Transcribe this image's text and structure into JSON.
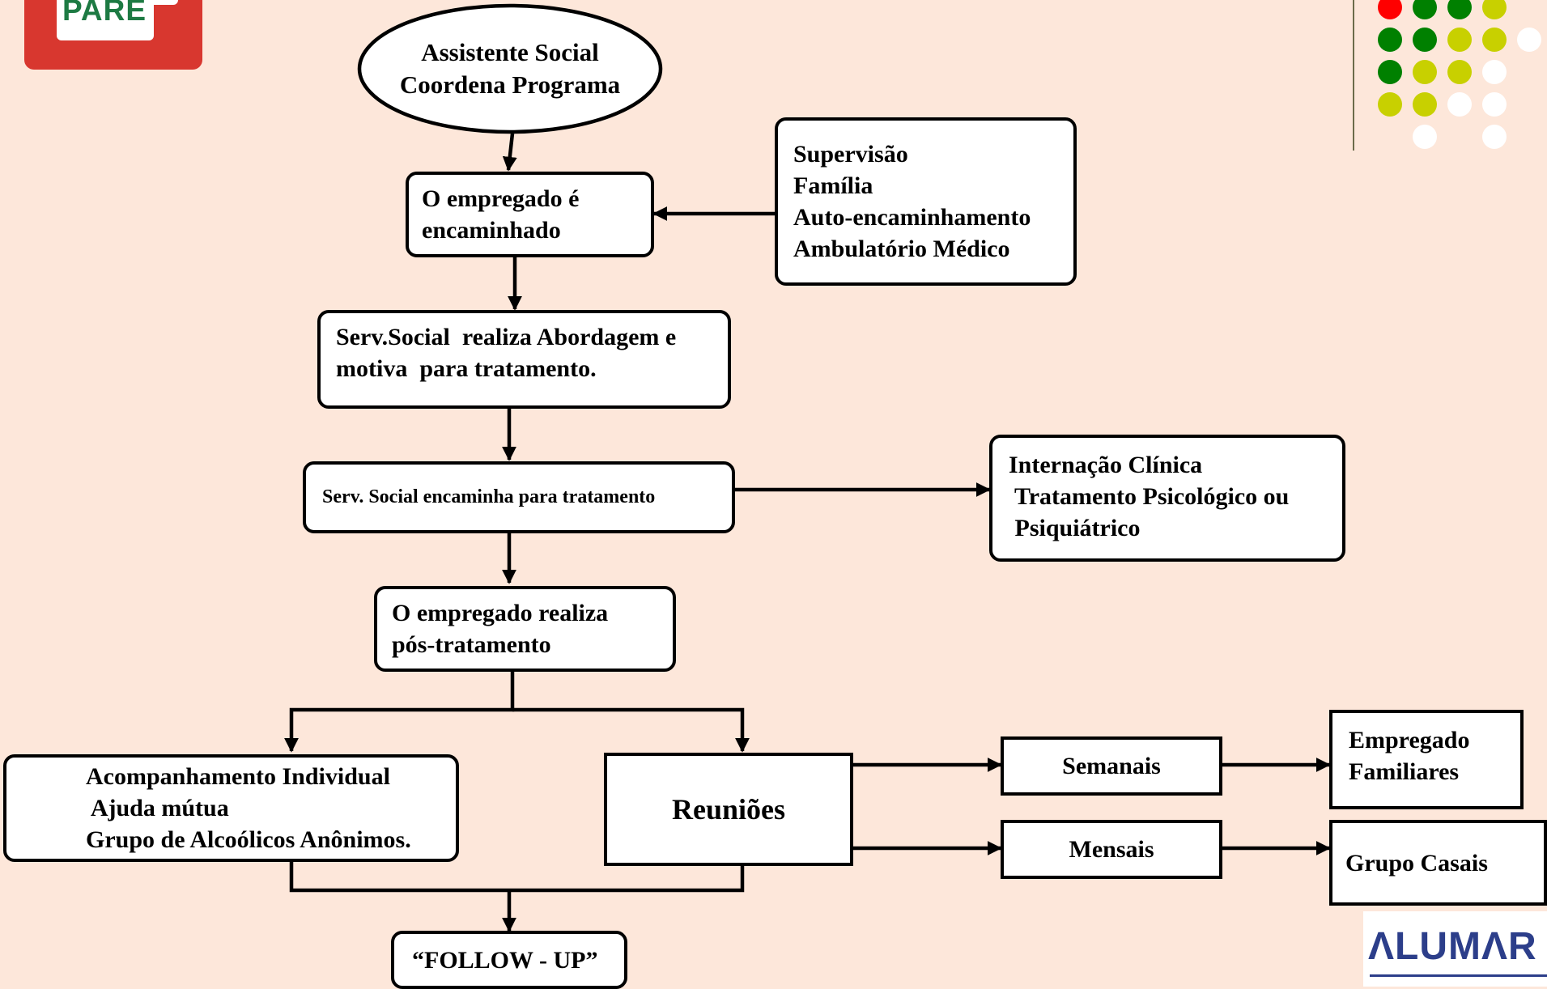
{
  "logos": {
    "top_left": "PARE",
    "bottom_right": "ΛLUMΛR"
  },
  "nodes": {
    "coordinator": {
      "lines": [
        "Assistente Social",
        "Coordena Programa"
      ]
    },
    "referred": {
      "lines": [
        "O empregado é",
        "encaminhado"
      ]
    },
    "sources": {
      "lines": [
        "Supervisão",
        "Família",
        "Auto-encaminhamento",
        "Ambulatório Médico"
      ]
    },
    "approach": {
      "lines": [
        "Serv.Social  realiza Abordagem e",
        "motiva  para tratamento."
      ]
    },
    "forward": {
      "lines": [
        "Serv. Social encaminha para tratamento"
      ]
    },
    "clinical": {
      "lines": [
        "Internação Clínica",
        " Tratamento Psicológico ou",
        " Psiquiátrico"
      ]
    },
    "post": {
      "lines": [
        "O empregado realiza",
        "pós-tratamento"
      ]
    },
    "individual": {
      "lines": [
        "Acompanhamento Individual",
        " Ajuda mútua",
        "Grupo de Alcoólicos Anônimos."
      ]
    },
    "meetings": {
      "lines": [
        "Reuniões"
      ]
    },
    "weekly": {
      "lines": [
        "Semanais"
      ]
    },
    "monthly": {
      "lines": [
        "Mensais"
      ]
    },
    "employee_family": {
      "lines": [
        "Empregado",
        "Familiares"
      ]
    },
    "couples": {
      "lines": [
        "Grupo Casais"
      ]
    },
    "followup": {
      "lines": [
        "“FOLLOW - UP”"
      ]
    }
  },
  "colors": {
    "background": "#fde7da",
    "dot_red": "#ff0000",
    "dot_green": "#008000",
    "dot_yellow": "#c8d000",
    "dot_white": "#ffffff"
  },
  "decoration_dots": [
    [
      "red",
      "green",
      "green",
      "yellow",
      null
    ],
    [
      "green",
      "green",
      "yellow",
      "yellow",
      "white"
    ],
    [
      "green",
      "yellow",
      "yellow",
      "white",
      null
    ],
    [
      "yellow",
      "yellow",
      "white",
      "white",
      null
    ],
    [
      null,
      "white",
      null,
      "white",
      null
    ]
  ]
}
